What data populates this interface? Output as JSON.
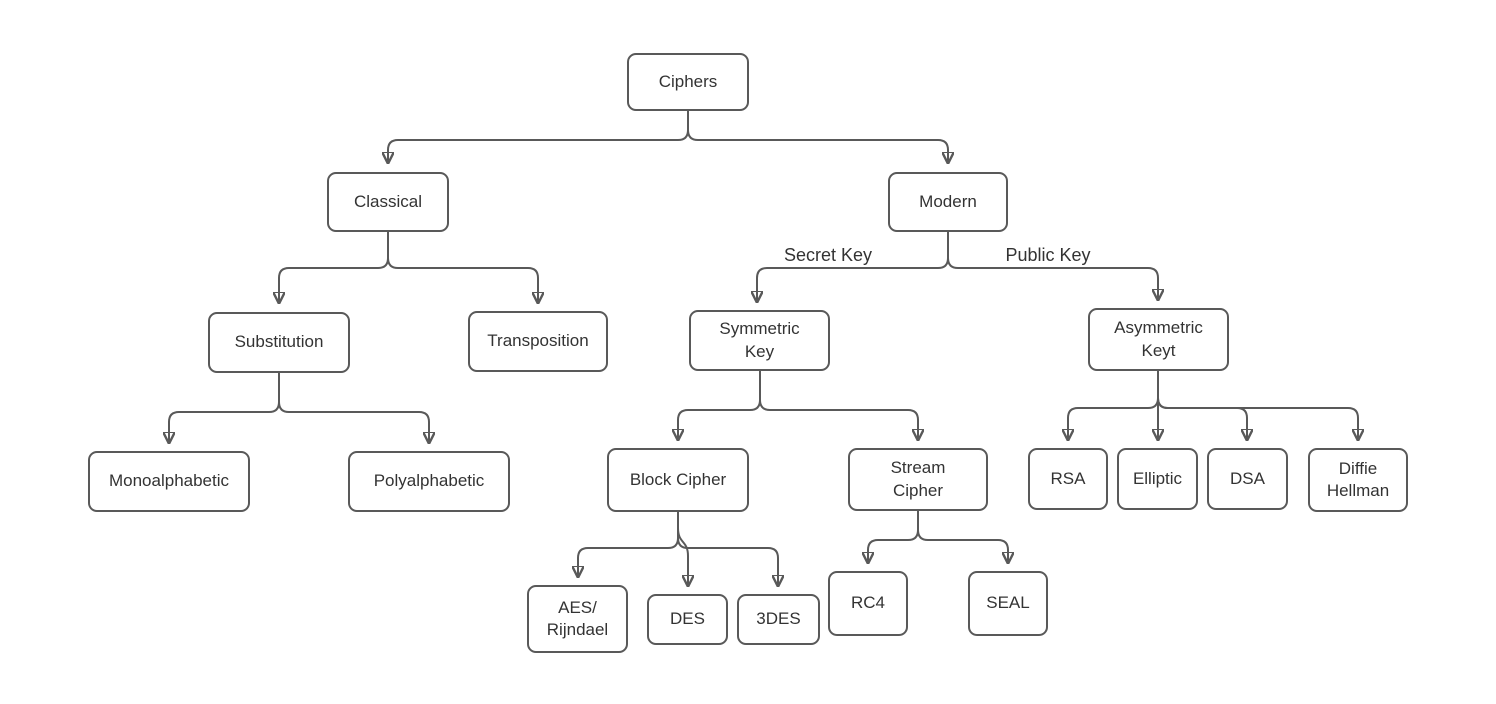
{
  "diagram": {
    "type": "tree",
    "topic": "Ciphers classification",
    "colors": {
      "background": "#ffffff",
      "box_fill": "#ffffff",
      "box_border": "#595959",
      "line": "#595959",
      "text": "#333333"
    },
    "nodes": {
      "ciphers": {
        "label": "Ciphers"
      },
      "classical": {
        "label": "Classical"
      },
      "modern": {
        "label": "Modern"
      },
      "substitution": {
        "label": "Substitution"
      },
      "transposition": {
        "label": "Transposition"
      },
      "monoalphabetic": {
        "label": "Monoalphabetic"
      },
      "polyalphabetic": {
        "label": "Polyalphabetic"
      },
      "symmetric_key": {
        "label": "Symmetric\nKey"
      },
      "asymmetric_key": {
        "label": "Asymmetric\nKeyt"
      },
      "block_cipher": {
        "label": "Block Cipher"
      },
      "stream_cipher": {
        "label": "Stream\nCipher"
      },
      "aes_rijndael": {
        "label": "AES/\nRijndael"
      },
      "des": {
        "label": "DES"
      },
      "triple_des": {
        "label": "3DES"
      },
      "rc4": {
        "label": "RC4"
      },
      "seal": {
        "label": "SEAL"
      },
      "rsa": {
        "label": "RSA"
      },
      "elliptic": {
        "label": "Elliptic"
      },
      "dsa": {
        "label": "DSA"
      },
      "diffie_hellman": {
        "label": "Diffie\nHellman"
      }
    },
    "edge_labels": {
      "secret_key": "Secret Key",
      "public_key": "Public Key"
    },
    "edges": [
      "Ciphers→Classical",
      "Ciphers→Modern",
      "Classical→Substitution",
      "Classical→Transposition",
      "Substitution→Monoalphabetic",
      "Substitution→Polyalphabetic",
      "Modern→Symmetric Key (Secret Key)",
      "Modern→Asymmetric Keyt (Public Key)",
      "Symmetric Key→Block Cipher",
      "Symmetric Key→Stream Cipher",
      "Block Cipher→AES/Rijndael",
      "Block Cipher→DES",
      "Block Cipher→3DES",
      "Stream Cipher→RC4",
      "Stream Cipher→SEAL",
      "Asymmetric Keyt→RSA",
      "Asymmetric Keyt→Elliptic",
      "Asymmetric Keyt→DSA",
      "Asymmetric Keyt→Diffie Hellman"
    ]
  }
}
